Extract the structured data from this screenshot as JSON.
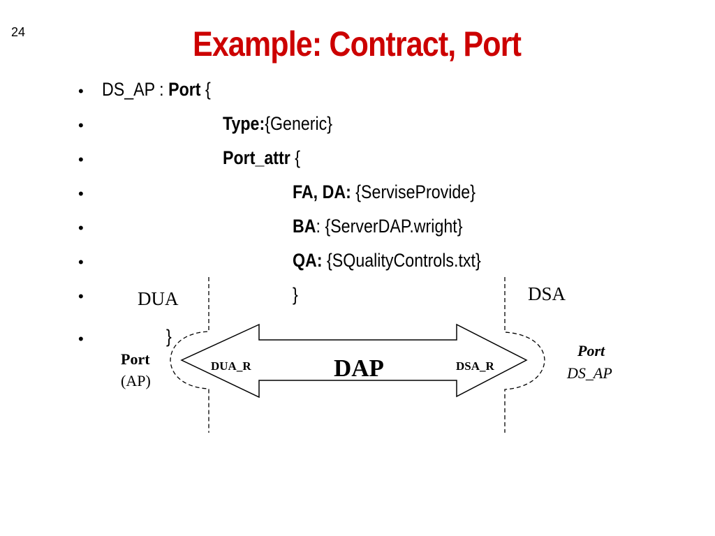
{
  "slide": {
    "number": "24",
    "title": "Example: Contract, Port"
  },
  "code_lines": [
    {
      "bold": "",
      "pre": "DS_AP : ",
      "bold2": "Port",
      "rest": " {"
    },
    {
      "bold": "Type:",
      "rest": "{Generic}"
    },
    {
      "bold": "Port_attr",
      "rest": " {"
    },
    {
      "bold": "FA, DA:",
      "rest": " {ServiseProvide}"
    },
    {
      "bold": "BA",
      "rest": ": {ServerDAP.wright}"
    },
    {
      "bold": "QA:",
      "rest": " {SQualityControls.txt}"
    },
    {
      "bold": "",
      "rest": "}"
    },
    {
      "bold": "",
      "rest": "}"
    }
  ],
  "bullet_char": "•",
  "diagram": {
    "left_component": "DUA",
    "right_component": "DSA",
    "protocol": "DAP",
    "left_role": "DUA_R",
    "right_role": "DSA_R",
    "left_port_title": "Port",
    "left_port_name": "(AP)",
    "right_port_title": "Port",
    "right_port_name": "DS_AP"
  }
}
